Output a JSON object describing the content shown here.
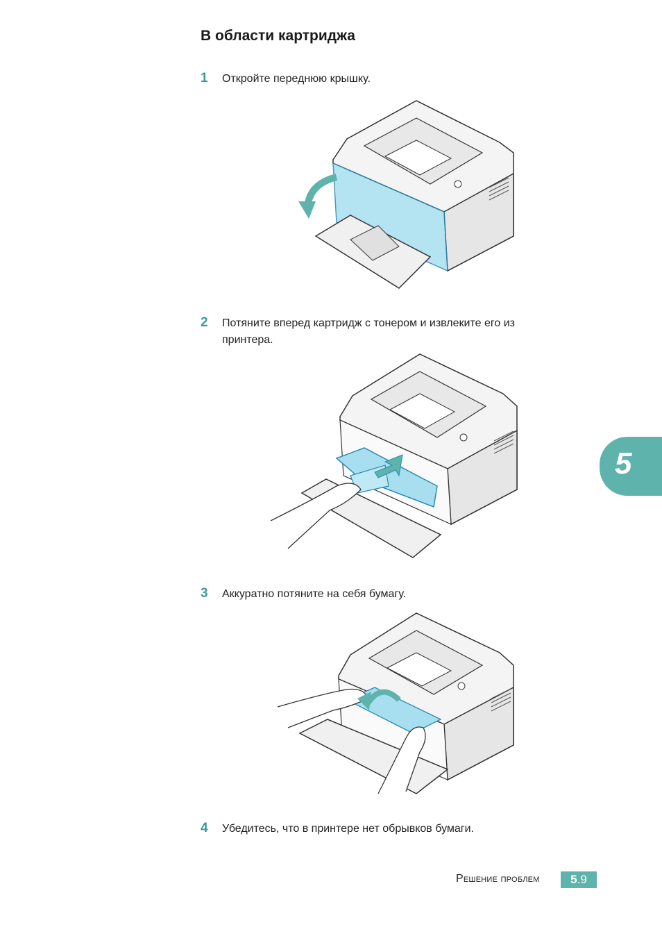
{
  "title": "В области картриджа",
  "steps": [
    {
      "num": "1",
      "text": "Откройте переднюю крышку."
    },
    {
      "num": "2",
      "text": "Потяните вперед картридж с тонером и извлеките его из принтера."
    },
    {
      "num": "3",
      "text": "Аккуратно потяните на себя бумагу."
    },
    {
      "num": "4",
      "text": "Убедитесь, что в принтере нет обрывков бумаги."
    }
  ],
  "chapter_tab": "5",
  "footer": {
    "section": "Решение проблем",
    "chapter": "5",
    "page": "9"
  },
  "colors": {
    "accent": "#5fb3ad",
    "highlight": "#a8dff0",
    "step_number": "#3a9a9a"
  }
}
